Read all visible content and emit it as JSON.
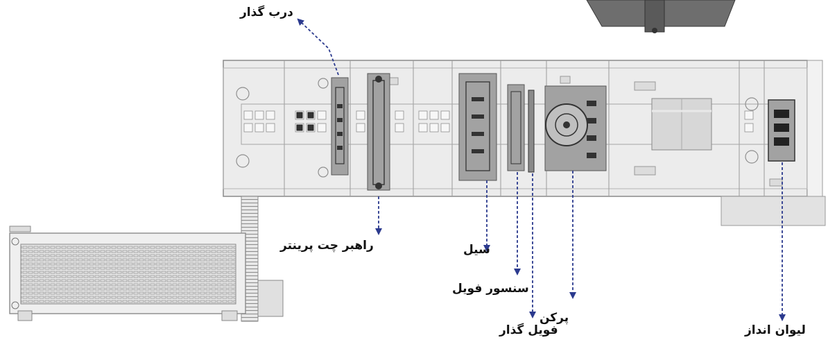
{
  "diagram": {
    "labels": {
      "door_placer": "درب گذار",
      "printer_guide": "راهبر چت پرینتر",
      "seal": "سیل",
      "foil_sensor": "سنسور فویل",
      "foil_placer": "فویل گذار",
      "filler": "پرکن",
      "cup_dropper": "لیوان انداز"
    },
    "colors": {
      "arrow": "#2b3a8e",
      "machine_body": "#ececec",
      "machine_line": "#8a8a8a",
      "highlight": "#9e9e9e"
    }
  }
}
